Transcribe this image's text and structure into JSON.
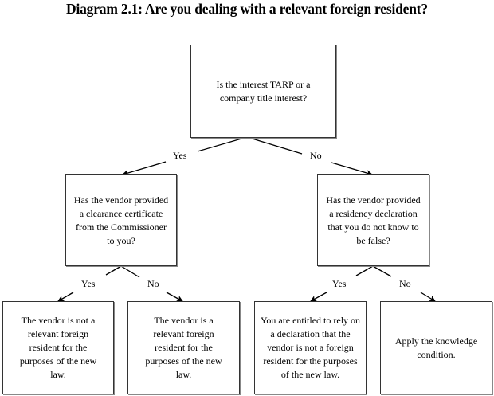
{
  "title": "Diagram 2.1: Are you dealing with a relevant foreign resident?",
  "nodes": {
    "root": "Is the interest TARP or a company title interest?",
    "q_clearance": "Has the vendor provided a clearance certificate from the Commissioner to you?",
    "q_declaration": "Has the vendor provided a residency declaration that you do not know to be false?",
    "out_not_relevant": "The vendor is not a relevant foreign resident for the purposes of the new law.",
    "out_relevant": "The vendor is a relevant foreign resident for the purposes of the new law.",
    "out_rely": "You are entitled to rely on a declaration that the vendor is not a foreign resident for the purposes of the new law.",
    "out_knowledge": "Apply the knowledge condition."
  },
  "edges": {
    "root_yes": "Yes",
    "root_no": "No",
    "clearance_yes": "Yes",
    "clearance_no": "No",
    "declaration_yes": "Yes",
    "declaration_no": "No"
  }
}
